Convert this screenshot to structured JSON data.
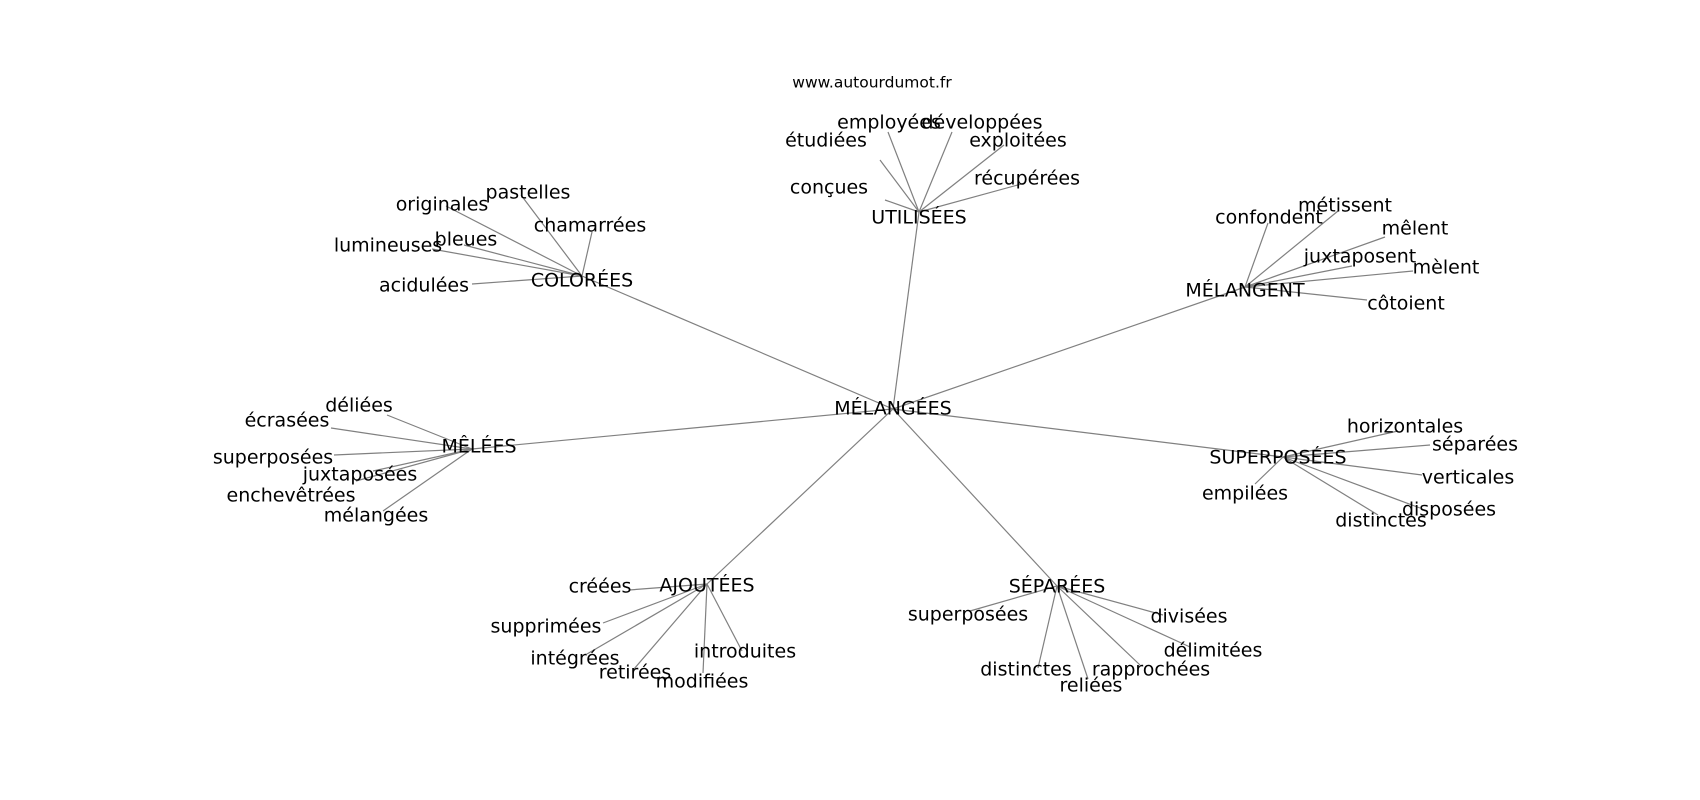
{
  "source": "www.autourdumot.fr",
  "center": "MÉLANGÉES",
  "groups": [
    {
      "id": "utilisees",
      "label": "UTILISÉES",
      "words": [
        "étudiées",
        "employées",
        "développées",
        "exploitées",
        "conçues",
        "récupérées"
      ]
    },
    {
      "id": "colorees",
      "label": "COLORÉES",
      "words": [
        "pastelles",
        "originales",
        "chamarrées",
        "bleues",
        "lumineuses",
        "acidulées"
      ]
    },
    {
      "id": "melangent",
      "label": "MÉLANGENT",
      "words": [
        "confondent",
        "métissent",
        "mêlent",
        "juxtaposent",
        "mèlent",
        "côtoient"
      ]
    },
    {
      "id": "melees",
      "label": "MÊLÉES",
      "words": [
        "déliées",
        "écrasées",
        "superposées",
        "juxtaposées",
        "enchevêtrées",
        "mélangées"
      ]
    },
    {
      "id": "superposees",
      "label": "SUPERPOSÉES",
      "words": [
        "horizontales",
        "séparées",
        "verticales",
        "disposées",
        "distinctes",
        "empilées"
      ]
    },
    {
      "id": "ajoutees",
      "label": "AJOUTÉES",
      "words": [
        "créées",
        "supprimées",
        "intégrées",
        "retirées",
        "modifiées",
        "introduites"
      ]
    },
    {
      "id": "separees",
      "label": "SÉPARÉES",
      "words": [
        "superposées",
        "divisées",
        "délimitées",
        "rapprochées",
        "reliées",
        "distinctes"
      ]
    }
  ]
}
